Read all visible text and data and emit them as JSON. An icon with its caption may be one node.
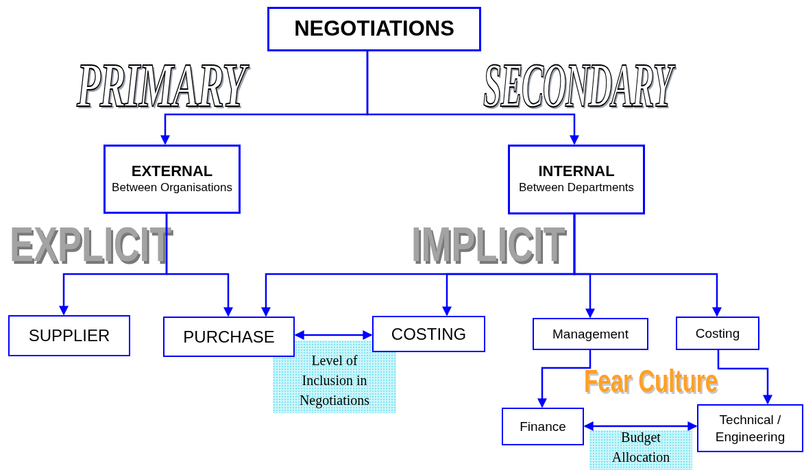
{
  "diagram": {
    "nodes": [
      {
        "text": [
          "NEGOTIATIONS"
        ]
      },
      {
        "text": [
          "EXTERNAL",
          "Between Organisations"
        ]
      },
      {
        "text": [
          "INTERNAL",
          "Between Departments"
        ]
      },
      {
        "text": [
          "SUPPLIER"
        ]
      },
      {
        "text": [
          "PURCHASE"
        ]
      },
      {
        "text": [
          "COSTING"
        ]
      },
      {
        "text": [
          "Management"
        ]
      },
      {
        "text": [
          "Costing"
        ]
      },
      {
        "text": [
          "Finance"
        ]
      },
      {
        "text": [
          "Technical / Engineering"
        ]
      }
    ],
    "edges": [
      {
        "from": 0,
        "to": 1,
        "arrow": "to"
      },
      {
        "from": 0,
        "to": 2,
        "arrow": "to"
      },
      {
        "from": 1,
        "to": 3,
        "arrow": "to"
      },
      {
        "from": 1,
        "to": 4,
        "arrow": "to"
      },
      {
        "from": 2,
        "to": 4,
        "arrow": "to"
      },
      {
        "from": 2,
        "to": 5,
        "arrow": "to"
      },
      {
        "from": 2,
        "to": 6,
        "arrow": "to"
      },
      {
        "from": 2,
        "to": 7,
        "arrow": "to"
      },
      {
        "from": 4,
        "to": 5,
        "arrow": "both",
        "label": "Level of Inclusion in Negotiations"
      },
      {
        "from": 6,
        "to": 8,
        "arrow": "to"
      },
      {
        "from": 7,
        "to": 9,
        "arrow": "to"
      },
      {
        "from": 8,
        "to": 9,
        "arrow": "both",
        "label": "Budget Allocation"
      }
    ],
    "labels": [
      "PRIMARY",
      "SECONDARY",
      "EXPLICIT",
      "IMPLICIT",
      "Fear Culture"
    ]
  }
}
